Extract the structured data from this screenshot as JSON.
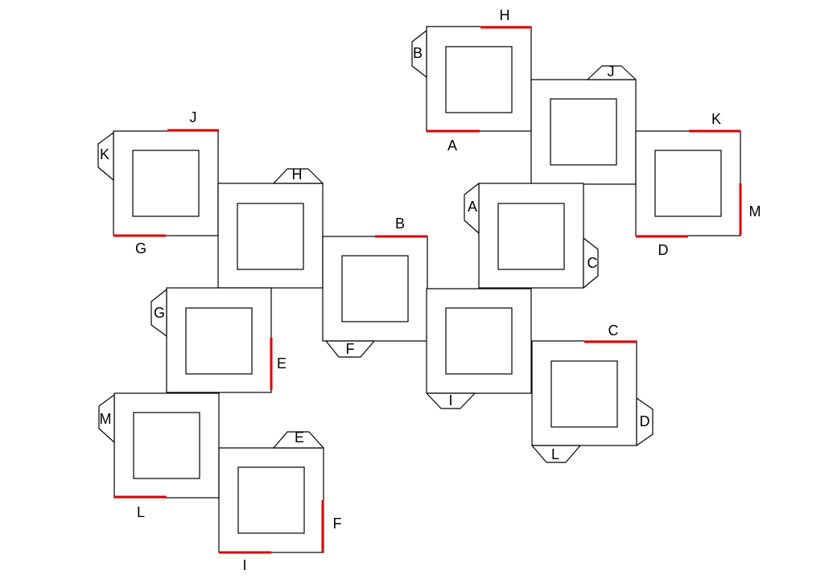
{
  "net": {
    "tabs": [
      "H",
      "B",
      "J",
      "K",
      "A",
      "C",
      "D",
      "L",
      "I",
      "F",
      "G",
      "M",
      "E"
    ],
    "outer": [
      "H",
      "A",
      "K",
      "M",
      "D",
      "C",
      "J",
      "G",
      "B",
      "E",
      "L",
      "F",
      "I"
    ],
    "colors": {
      "line": "#000000",
      "glue_edge": "#e00000",
      "background": "#ffffff"
    }
  }
}
